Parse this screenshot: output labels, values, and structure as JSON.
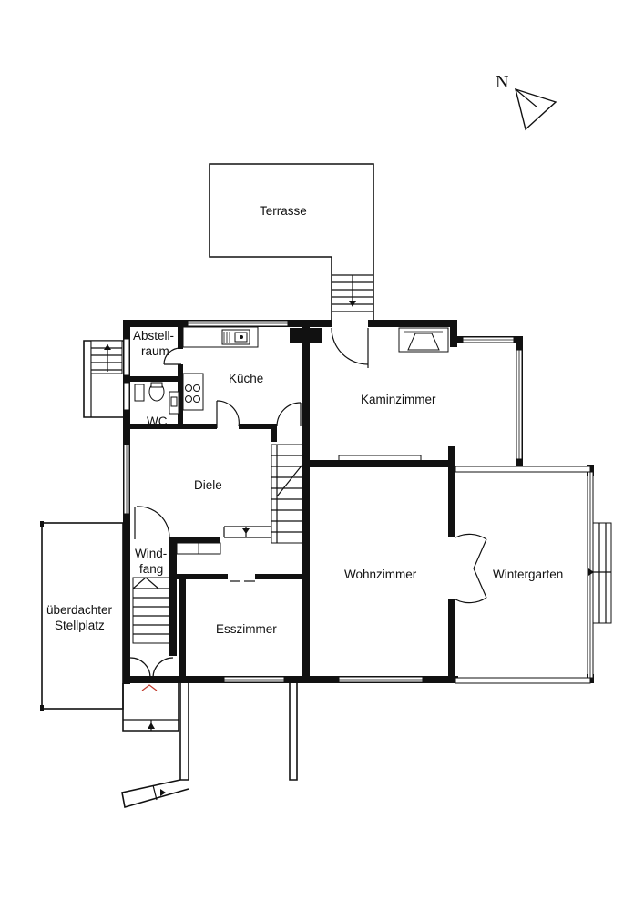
{
  "rooms": {
    "terrasse": "Terrasse",
    "abstellraum_line1": "Abstell-",
    "abstellraum_line2": "raum",
    "kueche": "Küche",
    "wc": "WC",
    "kaminzimmer": "Kaminzimmer",
    "diele": "Diele",
    "windfang_line1": "Wind-",
    "windfang_line2": "fang",
    "wohnzimmer": "Wohnzimmer",
    "wintergarten": "Wintergarten",
    "stellplatz_line1": "überdachter",
    "stellplatz_line2": "Stellplatz",
    "esszimmer": "Esszimmer"
  },
  "compass": {
    "label": "N"
  }
}
